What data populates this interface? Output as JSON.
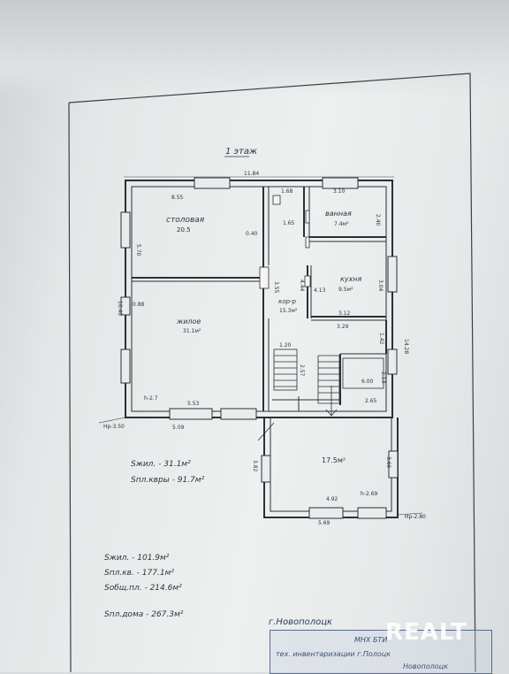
{
  "plan": {
    "title": "1 этаж",
    "overall_width": "11.84",
    "rooms": {
      "dining": {
        "name": "столовая",
        "area": "20.5"
      },
      "bath": {
        "name": "ванная",
        "area": "7.4м²"
      },
      "kitchen": {
        "name": "кухня",
        "area": "9.5м²"
      },
      "corridor": {
        "name": "кор-р",
        "area": "15.3м²"
      },
      "living": {
        "name": "жилое",
        "area": "31.1м²"
      },
      "annex": {
        "area": "17.5м²"
      }
    },
    "dims": {
      "d_855": "8.55",
      "d_168": "1.68",
      "d_310": "3.10",
      "d_570": "5.70",
      "d_240": "2.40",
      "d_040": "0.40",
      "d_165": "1.65",
      "d_355": "3.55",
      "d_304": "3.04",
      "d_1040": "10.40",
      "d_088": "0.88",
      "d_444": "4.44",
      "d_312": "3.12",
      "d_329": "3.29",
      "d_553": "5.53",
      "d_120": "1.20",
      "d_257": "2.57",
      "d_142": "1.42",
      "d_1428": "14.28",
      "d_600": "6.00",
      "d_265": "2.65",
      "d_509": "5.09",
      "d_382": "3.82",
      "d_366": "3.66",
      "d_492": "4.92",
      "d_569": "5.69",
      "d_413": "4.13",
      "d_213": "2.13"
    },
    "marks": {
      "h27": "h-2.7",
      "h269": "h-2.69",
      "hp_left": "Нр-3.50",
      "hp_right": "Нр-2.80"
    }
  },
  "stats": {
    "left1": "Sжил. - 31.1м²",
    "left2": "Sпл.квры - 91.7м²",
    "s1": "Sжил. - 101.9м²",
    "s2": "Sпл.кв. - 177.1м²",
    "s3": "Sобщ.пл. - 214.6м²",
    "s4": "Sпл.дома - 267.3м²"
  },
  "stamp": {
    "city": "г.Новополоцк",
    "line1": "МНХ БТИ",
    "line2": "тех. инвентаризации г.Полоцк",
    "line3": "Новополоцк"
  },
  "watermark": "REALT"
}
